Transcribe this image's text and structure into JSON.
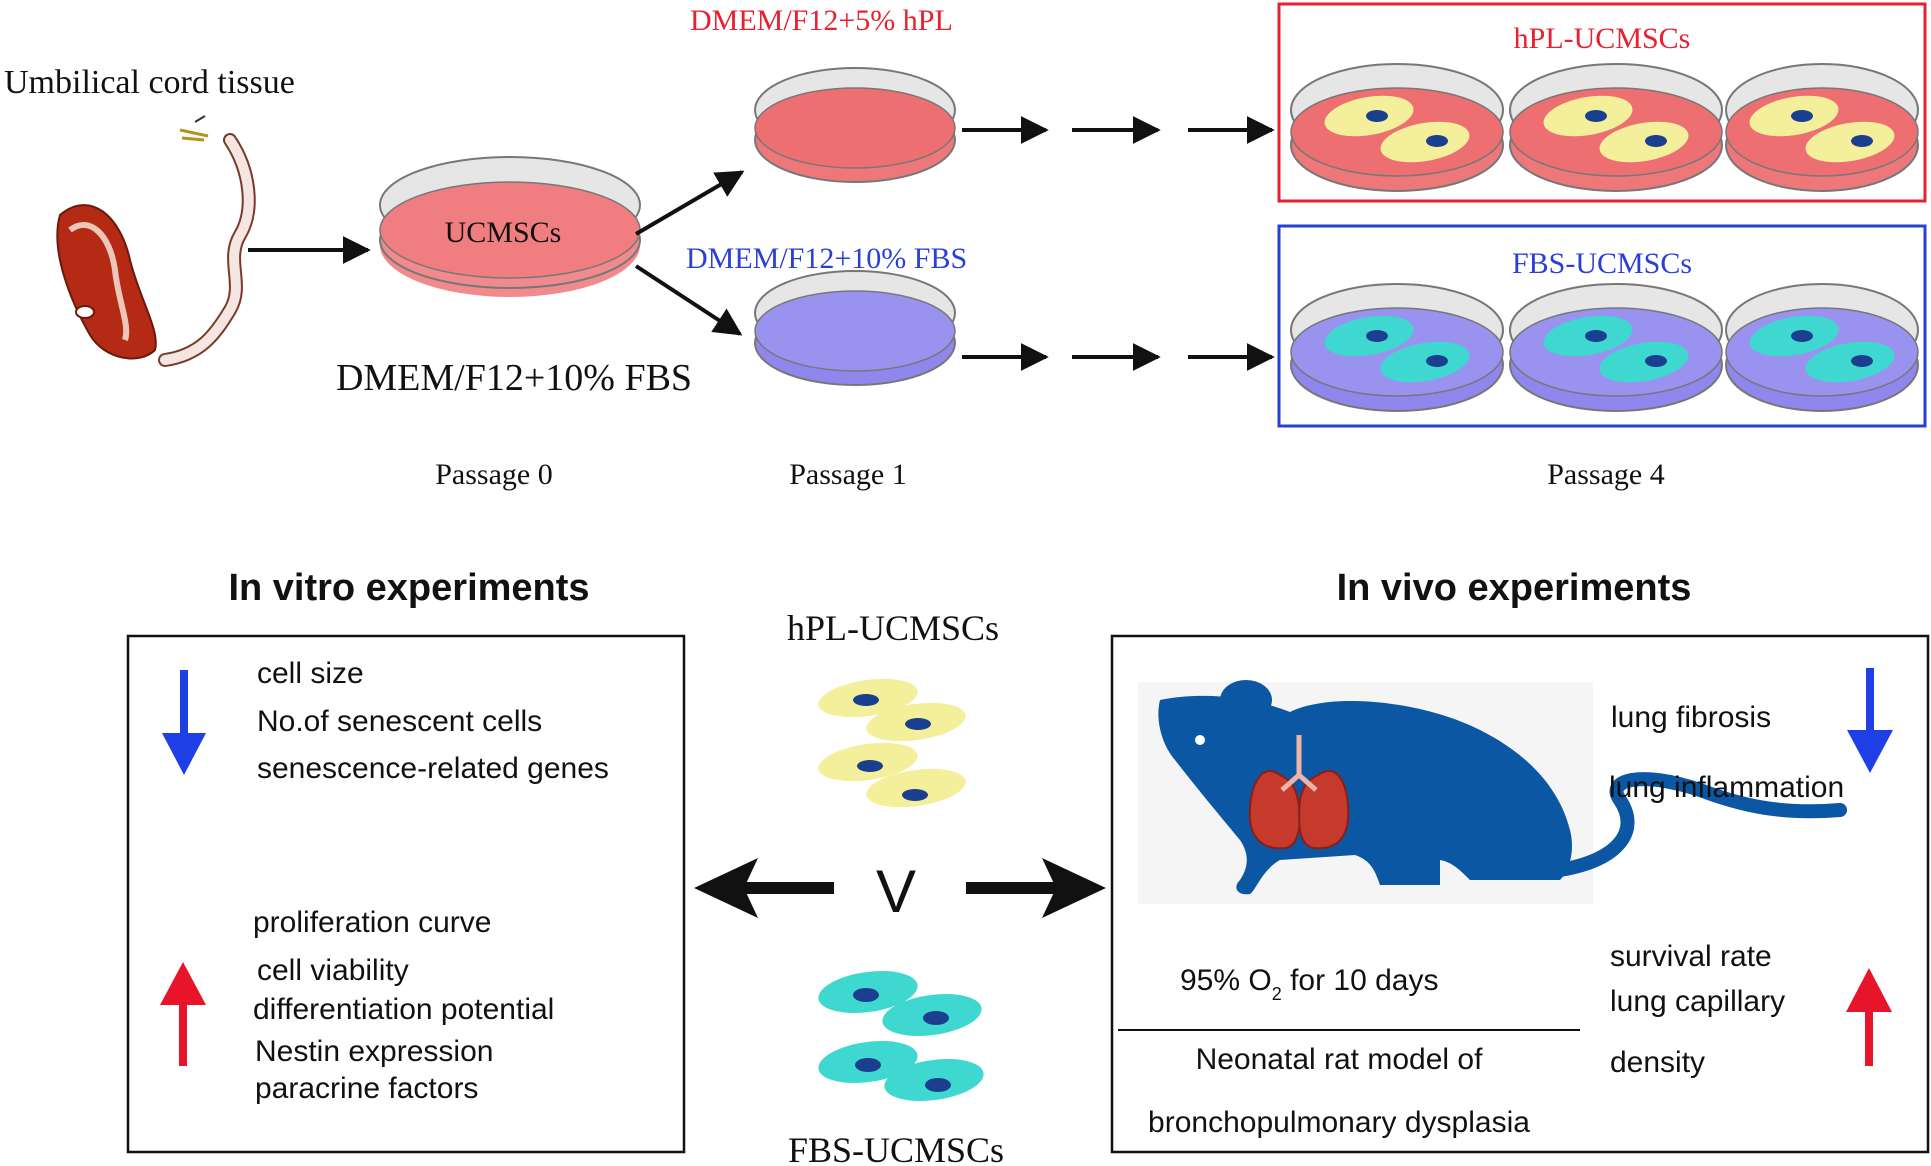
{
  "top": {
    "source_label": "Umbilical cord tissue",
    "p0_dish_label": "UCMSCs",
    "p0_medium": "DMEM/F12+10% FBS",
    "hpl_medium": "DMEM/F12+5% hPL",
    "fbs_medium": "DMEM/F12+10% FBS",
    "hpl_box_title": "hPL-UCMSCs",
    "fbs_box_title": "FBS-UCMSCs",
    "passage_labels": [
      "Passage 0",
      "Passage 1",
      "Passage 4"
    ]
  },
  "bottom": {
    "in_vitro_title": "In vitro experiments",
    "in_vivo_title": "In vivo experiments",
    "center_top_label": "hPL-UCMSCs",
    "center_bottom_label": "FBS-UCMSCs",
    "comparison_symbol": "V",
    "in_vitro_decreased": [
      "cell size",
      "No.of senescent cells",
      "senescence-related genes"
    ],
    "in_vitro_increased": [
      "proliferation curve",
      "cell viability",
      "differentiation potential",
      "Nestin expression",
      "paracrine factors"
    ],
    "in_vivo_decreased": [
      "lung fibrosis",
      "lung inflammation"
    ],
    "in_vivo_increased": [
      "survival rate",
      "lung capillary",
      "density"
    ],
    "condition_prefix": "95% O",
    "condition_subscript": "2",
    "condition_suffix": " for 10 days",
    "model_line1": "Neonatal rat model of",
    "model_line2": "bronchopulmonary dysplasia"
  },
  "colors": {
    "hpl_red": "#e8202f",
    "fbs_blue": "#2a3fd6",
    "hpl_medium_fill": "#ee7779",
    "fbs_medium_fill": "#8f87ee",
    "hpl_cell": "#f3ef9a",
    "fbs_cell": "#3ed8d0",
    "nucleus": "#1a3f8f",
    "rat": "#0b57a4",
    "down_arrow": "#1f3fe6",
    "up_arrow": "#e8152a"
  }
}
